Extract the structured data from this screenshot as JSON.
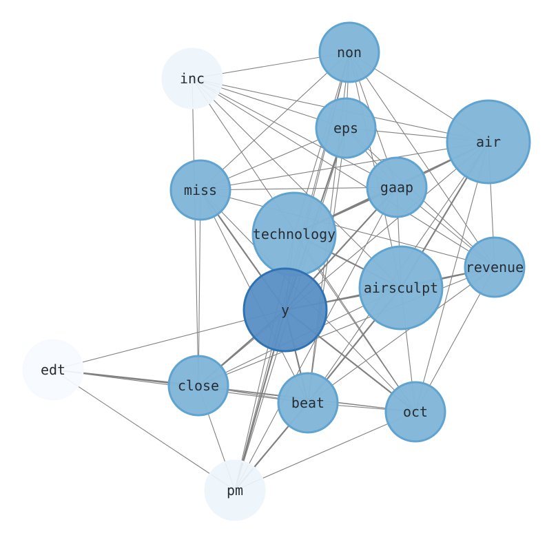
{
  "nodes": [
    {
      "id": "non",
      "label": "non",
      "shade": "mid"
    },
    {
      "id": "inc",
      "label": "inc",
      "shade": "faint"
    },
    {
      "id": "eps",
      "label": "eps",
      "shade": "mid"
    },
    {
      "id": "air",
      "label": "air",
      "shade": "mid"
    },
    {
      "id": "miss",
      "label": "miss",
      "shade": "mid"
    },
    {
      "id": "gaap",
      "label": "gaap",
      "shade": "mid"
    },
    {
      "id": "technology",
      "label": "technology",
      "shade": "mid"
    },
    {
      "id": "revenue",
      "label": "revenue",
      "shade": "mid"
    },
    {
      "id": "airsculpt",
      "label": "airsculpt",
      "shade": "mid"
    },
    {
      "id": "y",
      "label": "y",
      "shade": "dark"
    },
    {
      "id": "edt",
      "label": "edt",
      "shade": "faintest"
    },
    {
      "id": "close",
      "label": "close",
      "shade": "mid"
    },
    {
      "id": "beat",
      "label": "beat",
      "shade": "mid"
    },
    {
      "id": "oct",
      "label": "oct",
      "shade": "mid"
    },
    {
      "id": "pm",
      "label": "pm",
      "shade": "faint"
    }
  ],
  "edges": [
    [
      "inc",
      "non",
      1
    ],
    [
      "inc",
      "air",
      1
    ],
    [
      "inc",
      "revenue",
      1
    ],
    [
      "inc",
      "gaap",
      1
    ],
    [
      "inc",
      "close",
      1
    ],
    [
      "inc",
      "airsculpt",
      1
    ],
    [
      "inc",
      "oct",
      1
    ],
    [
      "inc",
      "eps",
      1
    ],
    [
      "non",
      "miss",
      1
    ],
    [
      "non",
      "air",
      1
    ],
    [
      "non",
      "revenue",
      1
    ],
    [
      "non",
      "gaap",
      1
    ],
    [
      "non",
      "eps",
      1
    ],
    [
      "non",
      "y",
      1
    ],
    [
      "non",
      "technology",
      1
    ],
    [
      "non",
      "beat",
      1
    ],
    [
      "non",
      "airsculpt",
      1
    ],
    [
      "non",
      "pm",
      1
    ],
    [
      "eps",
      "air",
      1
    ],
    [
      "eps",
      "miss",
      1
    ],
    [
      "eps",
      "gaap",
      1
    ],
    [
      "eps",
      "revenue",
      1
    ],
    [
      "eps",
      "y",
      2
    ],
    [
      "eps",
      "pm",
      1
    ],
    [
      "eps",
      "beat",
      1
    ],
    [
      "air",
      "miss",
      1
    ],
    [
      "air",
      "gaap",
      1
    ],
    [
      "air",
      "technology",
      2
    ],
    [
      "air",
      "airsculpt",
      2
    ],
    [
      "air",
      "beat",
      1
    ],
    [
      "air",
      "oct",
      1
    ],
    [
      "air",
      "revenue",
      1
    ],
    [
      "air",
      "close",
      1
    ],
    [
      "miss",
      "gaap",
      1
    ],
    [
      "miss",
      "revenue",
      1
    ],
    [
      "miss",
      "y",
      2
    ],
    [
      "miss",
      "close",
      1
    ],
    [
      "miss",
      "beat",
      1
    ],
    [
      "miss",
      "oct",
      1
    ],
    [
      "gaap",
      "technology",
      2
    ],
    [
      "gaap",
      "y",
      2
    ],
    [
      "gaap",
      "revenue",
      1
    ],
    [
      "gaap",
      "airsculpt",
      1
    ],
    [
      "gaap",
      "pm",
      1
    ],
    [
      "technology",
      "airsculpt",
      2
    ],
    [
      "technology",
      "oct",
      1
    ],
    [
      "technology",
      "y",
      1
    ],
    [
      "technology",
      "pm",
      1
    ],
    [
      "revenue",
      "airsculpt",
      2
    ],
    [
      "revenue",
      "y",
      1
    ],
    [
      "revenue",
      "close",
      1
    ],
    [
      "revenue",
      "beat",
      1
    ],
    [
      "revenue",
      "oct",
      1
    ],
    [
      "airsculpt",
      "y",
      2
    ],
    [
      "airsculpt",
      "close",
      1
    ],
    [
      "airsculpt",
      "beat",
      2
    ],
    [
      "airsculpt",
      "oct",
      1
    ],
    [
      "y",
      "close",
      2
    ],
    [
      "y",
      "beat",
      2
    ],
    [
      "y",
      "oct",
      2
    ],
    [
      "y",
      "edt",
      1
    ],
    [
      "y",
      "pm",
      2
    ],
    [
      "edt",
      "close",
      2
    ],
    [
      "edt",
      "beat",
      1
    ],
    [
      "edt",
      "oct",
      1
    ],
    [
      "edt",
      "pm",
      1
    ],
    [
      "close",
      "beat",
      1
    ],
    [
      "close",
      "oct",
      1
    ],
    [
      "close",
      "pm",
      1
    ],
    [
      "beat",
      "oct",
      1
    ],
    [
      "beat",
      "pm",
      2
    ],
    [
      "oct",
      "pm",
      1
    ]
  ],
  "colors": {
    "edge": "#808080",
    "mid_fill": "#82b6d9",
    "mid_stroke": "#5fa3d0",
    "dark_fill": "#5a8fc4",
    "dark_stroke": "#2f72b3",
    "faint_fill": "#eef5fb",
    "faintest_fill": "#f6faff"
  }
}
